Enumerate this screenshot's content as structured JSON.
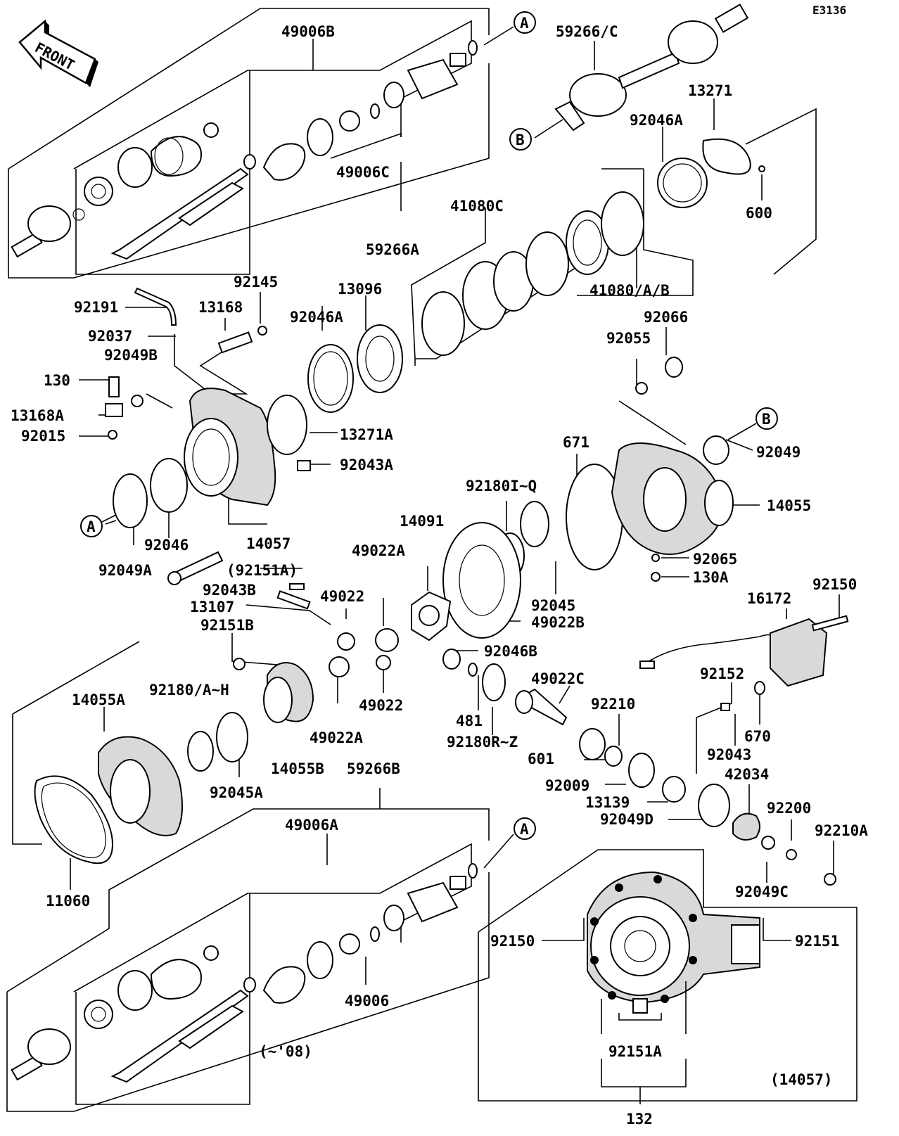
{
  "diagram": {
    "code": "E3136",
    "front_label": "FRONT",
    "note_year": "(~'08)",
    "note_assembly": "(14057)",
    "callouts": {
      "a": "A",
      "b": "B"
    },
    "labels": {
      "p49006B": "49006B",
      "p49006C": "49006C",
      "p59266C": "59266/C",
      "p59266A": "59266A",
      "p13271": "13271",
      "p92046A_top": "92046A",
      "p600": "600",
      "p41080C": "41080C",
      "p41080AB": "41080/A/B",
      "p92145": "92145",
      "p92191": "92191",
      "p13168": "13168",
      "p13096": "13096",
      "p92046A_mid": "92046A",
      "p92037": "92037",
      "p92049B": "92049B",
      "p130": "130",
      "p13168A": "13168A",
      "p92015": "92015",
      "p13271A": "13271A",
      "p92043A": "92043A",
      "p92066": "92066",
      "p92055": "92055",
      "p92049": "92049",
      "p671": "671",
      "p14055": "14055",
      "p92180IQ": "92180I~Q",
      "p14091": "14091",
      "p49022A_top": "49022A",
      "p92046": "92046",
      "p14057": "14057",
      "p92049A": "92049A",
      "p92151A_paren": "(92151A)",
      "p92043B": "92043B",
      "p49022_top": "49022",
      "p13107": "13107",
      "p92045": "92045",
      "p49022B": "49022B",
      "p92065": "92065",
      "p130A": "130A",
      "p16172": "16172",
      "p92150_top": "92150",
      "p92151B": "92151B",
      "p92046B": "92046B",
      "p49022C": "49022C",
      "p14055A": "14055A",
      "p92180AH": "92180/A~H",
      "p49022_bot": "49022",
      "p481": "481",
      "p92152": "92152",
      "p670": "670",
      "p92210": "92210",
      "p49022A_bot": "49022A",
      "p92180RZ": "92180R~Z",
      "p601": "601",
      "p92043": "92043",
      "p14055B": "14055B",
      "p59266B": "59266B",
      "p92009": "92009",
      "p42034": "42034",
      "p92045A": "92045A",
      "p13139": "13139",
      "p92200": "92200",
      "p92049D": "92049D",
      "p92210A": "92210A",
      "p49006A": "49006A",
      "p11060": "11060",
      "p92049C": "92049C",
      "p92150_bot": "92150",
      "p92151": "92151",
      "p49006": "49006",
      "p92151A": "92151A",
      "p132": "132"
    }
  }
}
